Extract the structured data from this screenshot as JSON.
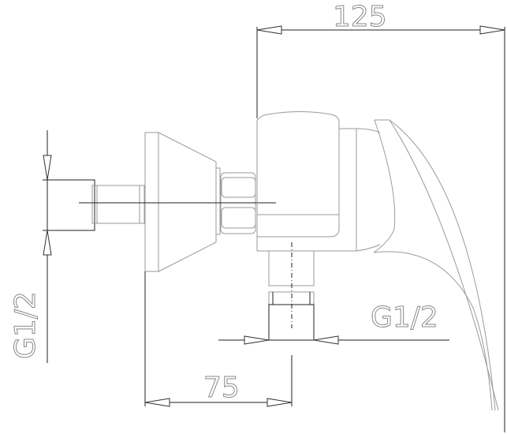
{
  "drawing": {
    "dimension_top": "125",
    "dimension_bottom": "75",
    "thread_left": "G1/2",
    "thread_bottom": "G1/2"
  }
}
